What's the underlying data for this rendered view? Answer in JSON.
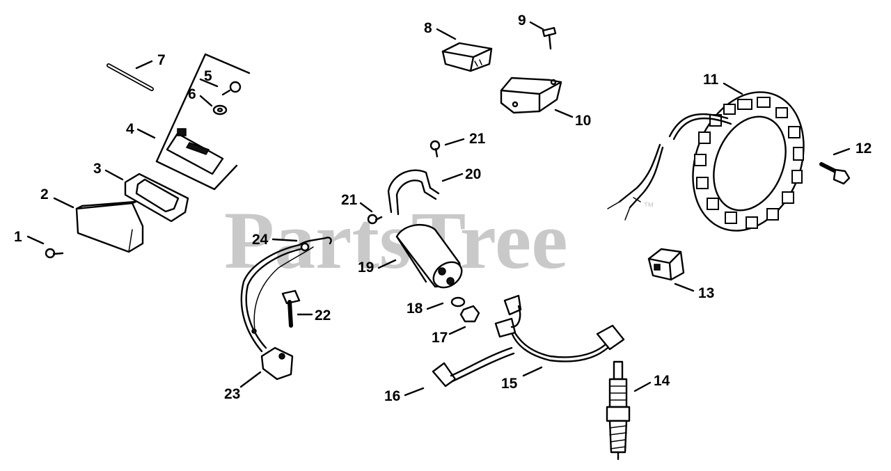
{
  "watermark": {
    "text": "PartsTree",
    "trademark": "™"
  },
  "callouts": [
    "1",
    "2",
    "3",
    "4",
    "5",
    "6",
    "7",
    "8",
    "9",
    "10",
    "11",
    "12",
    "13",
    "14",
    "15",
    "16",
    "17",
    "18",
    "19",
    "20",
    "21",
    "21",
    "22",
    "23",
    "24"
  ]
}
